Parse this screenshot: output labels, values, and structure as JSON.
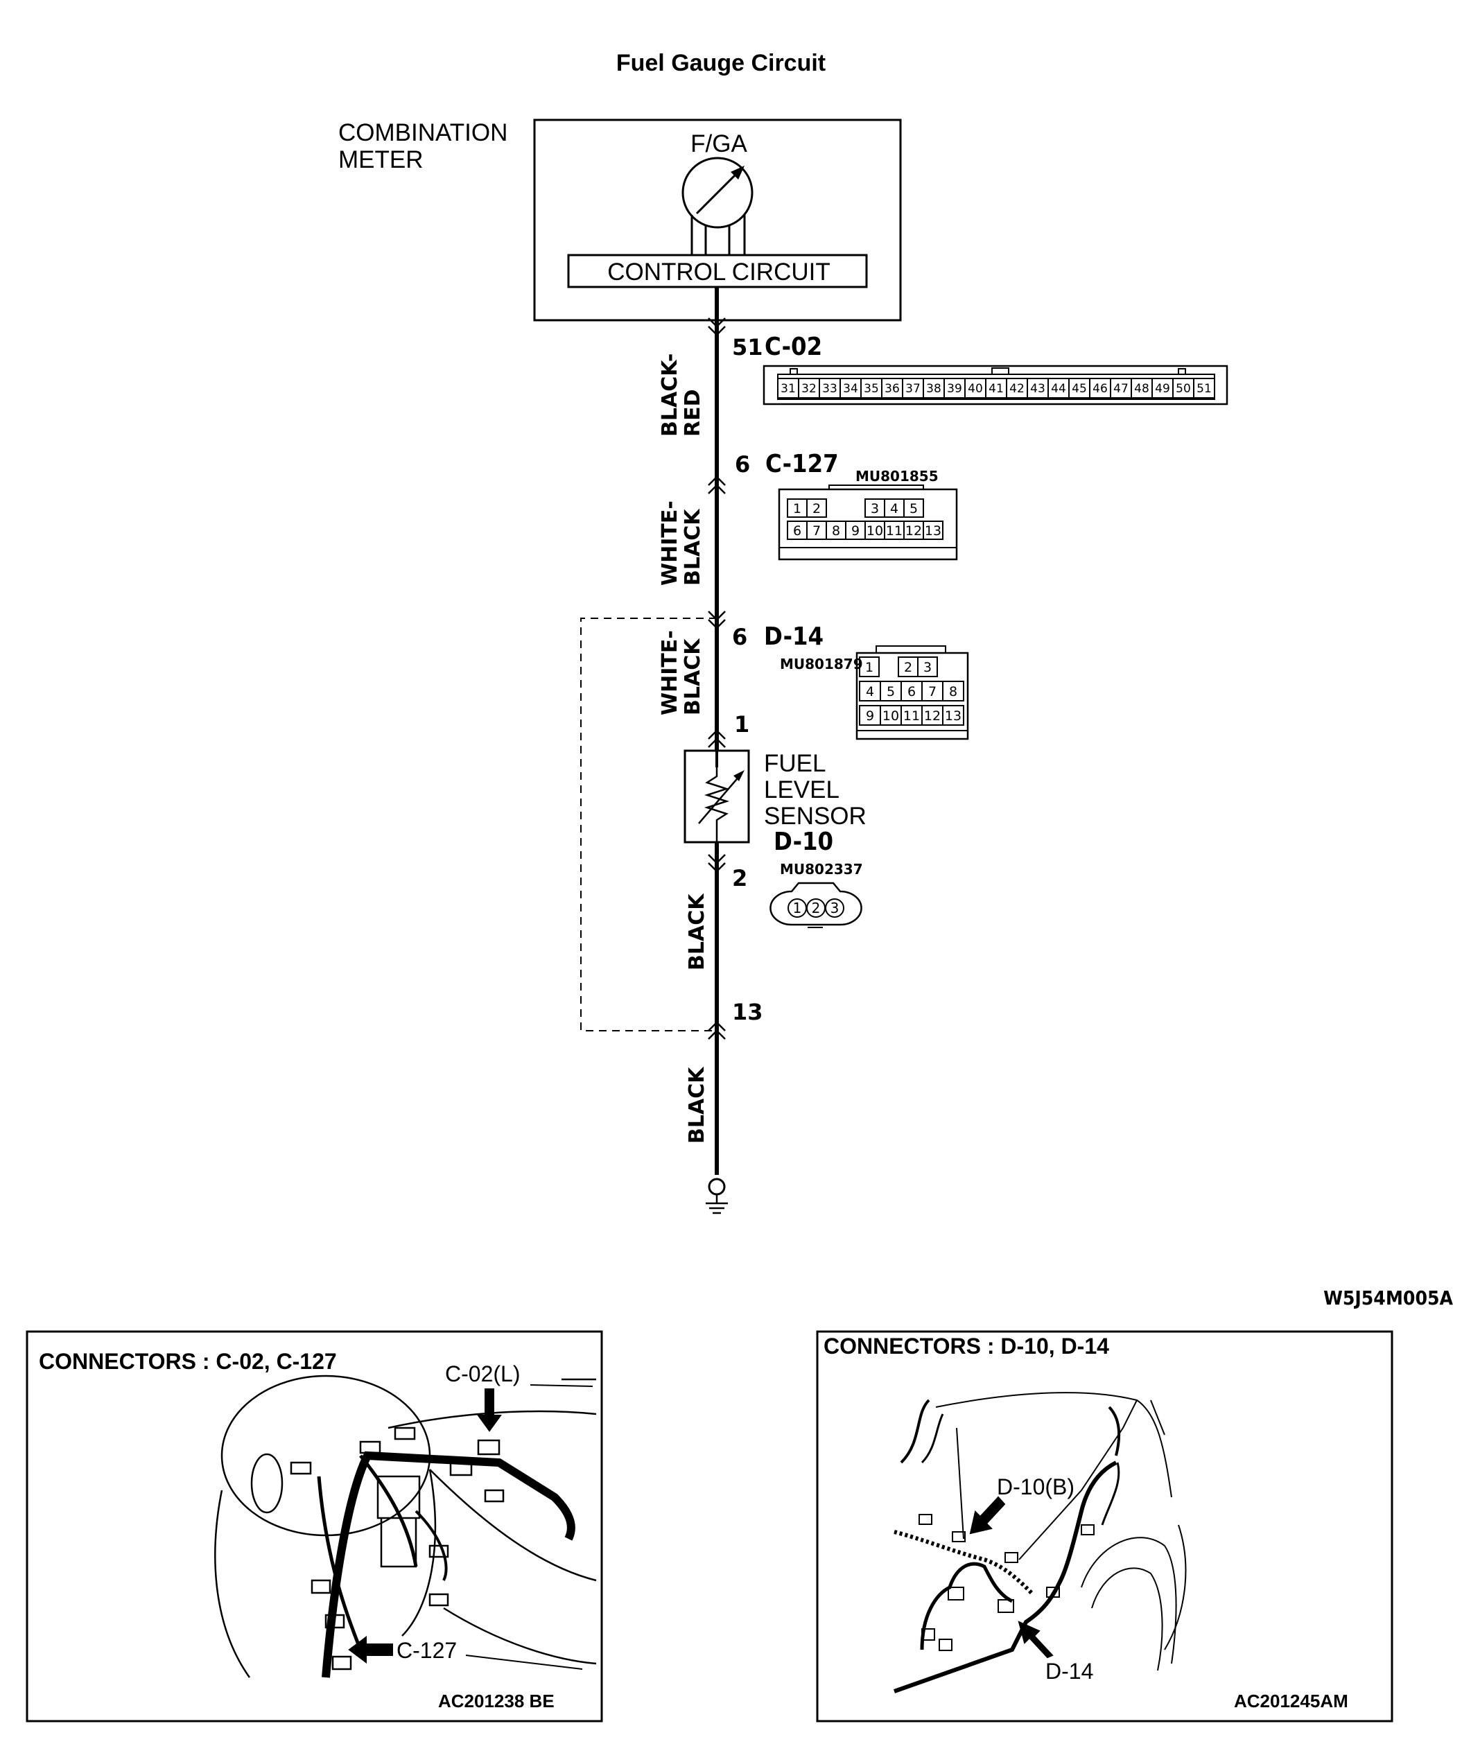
{
  "title": "Fuel Gauge Circuit",
  "reference_code": "W5J54M005A",
  "combination_meter": {
    "label_line1": "COMBINATION",
    "label_line2": "METER",
    "gauge_label": "F/GA",
    "control_circuit_label": "CONTROL CIRCUIT"
  },
  "connectors": {
    "c02": {
      "id": "C-02",
      "pin": "51",
      "cells": [
        "31",
        "32",
        "33",
        "34",
        "35",
        "36",
        "37",
        "38",
        "39",
        "40",
        "41",
        "42",
        "43",
        "44",
        "45",
        "46",
        "47",
        "48",
        "49",
        "50",
        "51"
      ]
    },
    "c127": {
      "id": "C-127",
      "pin": "6",
      "part_number": "MU801855",
      "row1": [
        "1",
        "2",
        "",
        "",
        "3",
        "4",
        "5"
      ],
      "row2": [
        "6",
        "7",
        "8",
        "9",
        "10",
        "11",
        "12",
        "13"
      ]
    },
    "d14": {
      "id": "D-14",
      "pin_top": "6",
      "pin_bottom": "1",
      "part_number": "MU801879",
      "row1": [
        "1",
        "",
        "2",
        "3"
      ],
      "row2": [
        "4",
        "5",
        "6",
        "7",
        "8"
      ],
      "row3": [
        "9",
        "10",
        "11",
        "12",
        "13"
      ]
    },
    "d10": {
      "id": "D-10",
      "pin": "2",
      "part_number": "MU802337",
      "cells": [
        "1",
        "2",
        "3"
      ]
    },
    "ground_pin": "13"
  },
  "fuel_level_sensor": {
    "line1": "FUEL",
    "line2": "LEVEL",
    "line3": "SENSOR"
  },
  "wires": {
    "w1": [
      "BLACK-",
      "RED"
    ],
    "w2": [
      "WHITE-",
      "BLACK"
    ],
    "w3": [
      "WHITE-",
      "BLACK"
    ],
    "w4": "BLACK",
    "w5": "BLACK"
  },
  "panel_left": {
    "title": "CONNECTORS : C-02, C-127",
    "callout_top": "C-02(L)",
    "callout_bottom": "C-127",
    "code": "AC201238  BE"
  },
  "panel_right": {
    "title": "CONNECTORS : D-10, D-14",
    "callout_top": "D-10(B)",
    "callout_bottom": "D-14",
    "code": "AC201245AM"
  }
}
